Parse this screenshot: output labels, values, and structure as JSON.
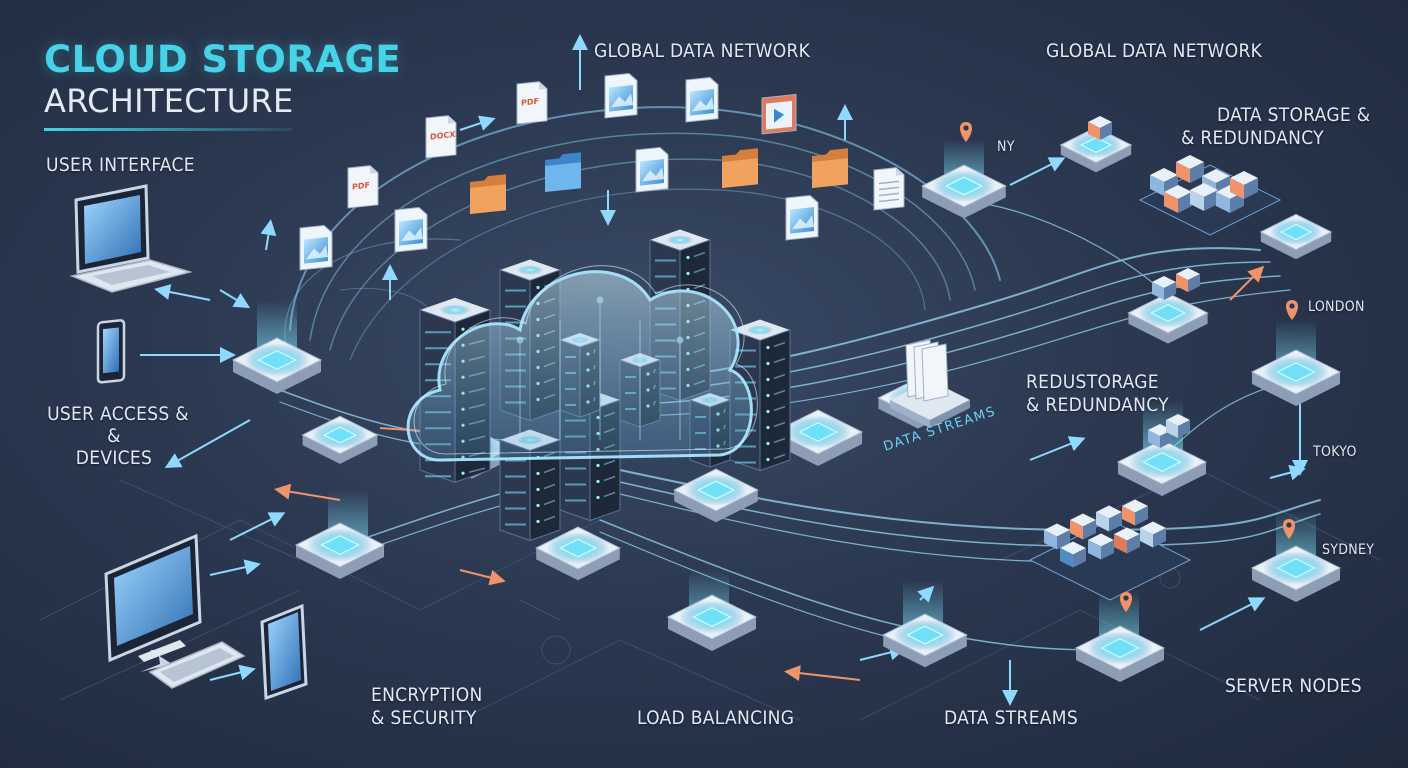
{
  "title": {
    "line1": "CLOUD STORAGE",
    "line2": "ARCHITECTURE"
  },
  "labels": {
    "global_network_1": "GLOBAL DATA NETWORK",
    "global_network_2": "GLOBAL DATA NETWORK",
    "user_interface": "USER INTERFACE",
    "user_access_1": "USER ACCESS &",
    "user_access_2": "&",
    "user_access_3": "DEVICES",
    "data_storage_1": "DATA STORAGE &",
    "data_storage_2": "& REDUNDANCY",
    "redundancy_1": "REDUSTORAGE",
    "redundancy_2": "& REDUNDANCY",
    "data_streams_diag": "DATA STREAMS",
    "encryption_1": "ENCRYPTION",
    "encryption_2": "& SECURITY",
    "load_balancing": "LOAD BALANCING",
    "data_streams": "DATA STREAMS",
    "server_nodes": "SERVER NODES"
  },
  "locations": {
    "ny": "NY",
    "london": "LONDON",
    "tokyo": "TOKYO",
    "sydney": "SYDNEY"
  },
  "file_tags": {
    "pdf": "PDF",
    "doc": "DOCX"
  },
  "colors": {
    "accent": "#46d3e8",
    "glow": "#7fe9ff",
    "stream": "#8fd8ff",
    "orange": "#f0926a",
    "node_top": "#e8f0f8",
    "folder": "#f0a35e"
  }
}
